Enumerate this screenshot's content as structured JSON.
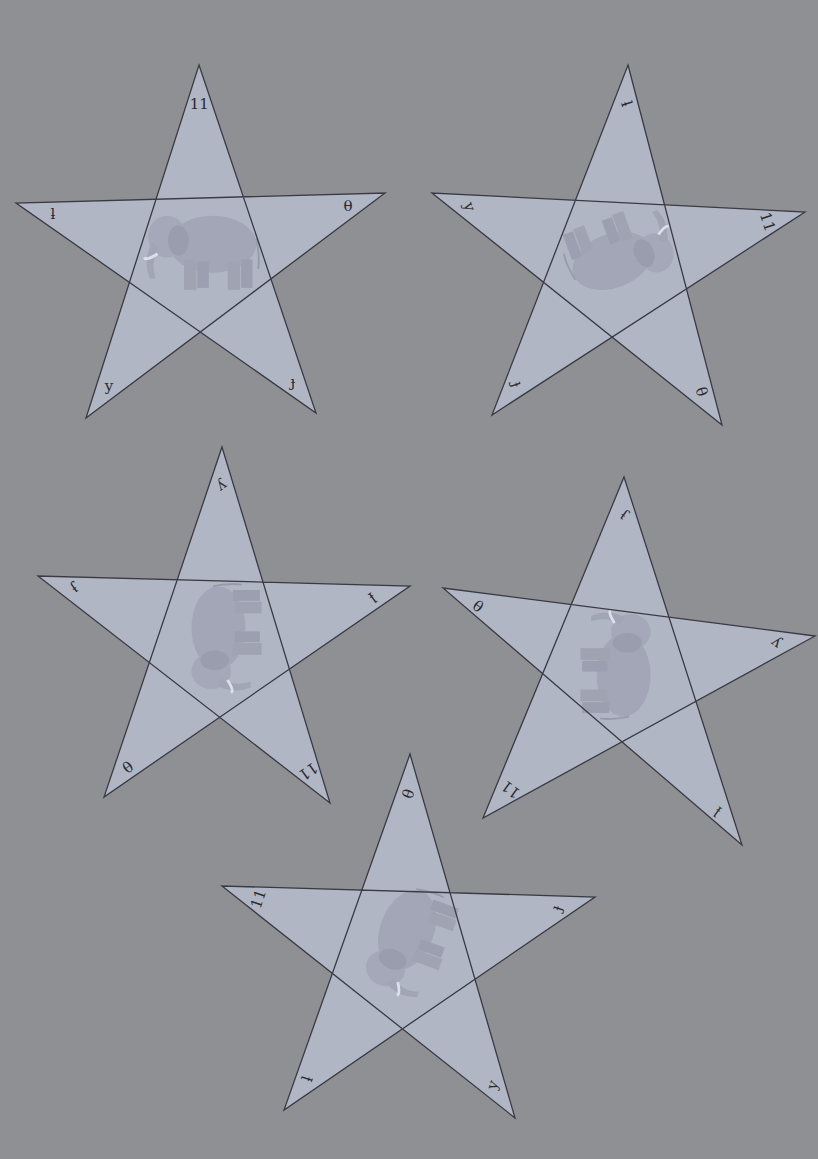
{
  "diagram": {
    "nodes": [
      {
        "text": [
          "11",
          "θ",
          "ɟ",
          "y",
          "ƚ"
        ]
      },
      {
        "text": [
          "ƚ",
          "11",
          "θ",
          "ɟ",
          "y"
        ]
      },
      {
        "text": [
          "y",
          "ƚ",
          "11",
          "θ",
          "ɟ"
        ]
      },
      {
        "text": [
          "ɟ",
          "y",
          "ƚ",
          "11",
          "θ"
        ]
      },
      {
        "text": [
          "θ",
          "ɟ",
          "y",
          "ƚ",
          "11"
        ]
      }
    ]
  }
}
